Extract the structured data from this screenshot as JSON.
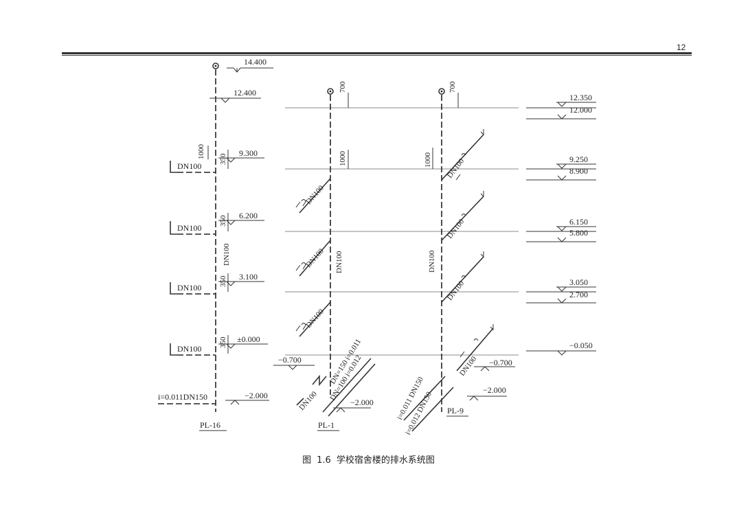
{
  "page_number": "12",
  "caption": {
    "label": "图",
    "number": "1.6",
    "title": "学校宿舍楼的排水系统图"
  },
  "risers": {
    "pl16": {
      "name": "PL-16",
      "elevations": {
        "roof": "14.400",
        "top": "12.400",
        "f4": "9.300",
        "f3": "6.200",
        "f2": "3.100",
        "f1": "±0.000",
        "base": "−2.000"
      },
      "dim_1000": "1000",
      "dim_350": "350",
      "riser_dn": "DN100",
      "branch_dn": "DN100",
      "outlet": "i=0.011DN150"
    },
    "pl1": {
      "name": "PL-1",
      "dim_700": "700",
      "dim_1000": "1000",
      "riser_dn": "DN100",
      "branch_dn": "DN100",
      "basement_elev": "−0.700",
      "base_elev": "−2.000",
      "outlet_1": "DN=150 i=0.011",
      "outlet_2": "DN=100 i=0.012"
    },
    "pl9": {
      "name": "PL-9",
      "dim_700": "700",
      "dim_1000": "1000",
      "riser_dn": "DN100",
      "branch_dn": "DN100",
      "basement_elev": "−0.700",
      "base_elev": "−2.000",
      "outlet_1": "i=0.011 DN150",
      "outlet_2": "i=0.012 DN150"
    }
  },
  "right_elevations": {
    "roof_top": "12.350",
    "roof_bot": "12.000",
    "f4_top": "9.250",
    "f4_bot": "8.900",
    "f3_top": "6.150",
    "f3_bot": "5.800",
    "f2_top": "3.050",
    "f2_bot": "2.700",
    "f1": "−0.050"
  }
}
